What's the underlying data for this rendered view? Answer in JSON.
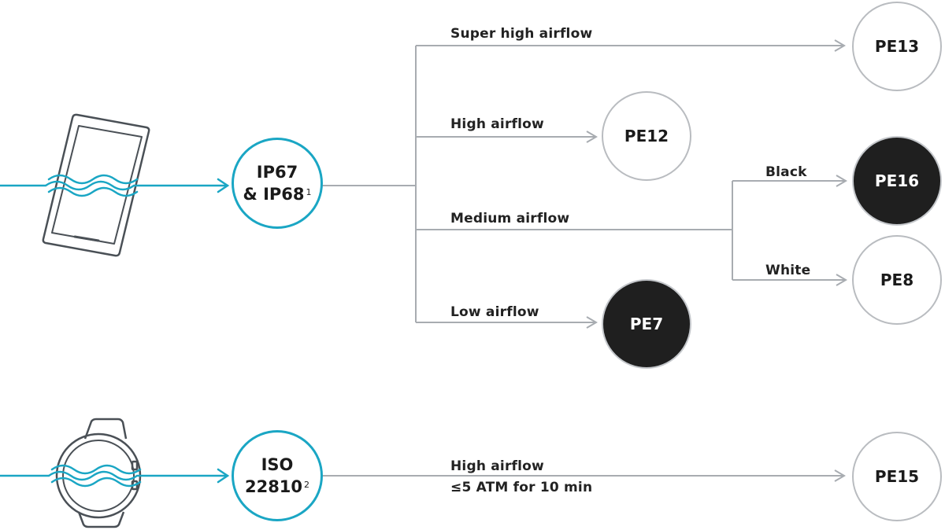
{
  "colors": {
    "accent": "#1aa6c4",
    "line": "#a8acb1",
    "dark_fill": "#1f1f1f",
    "text": "#222222"
  },
  "icons": [
    "smartphone-water-icon",
    "smartwatch-water-icon"
  ],
  "standards": {
    "ip": {
      "line1": "IP67",
      "line2": "& IP68",
      "footnote": "1"
    },
    "iso": {
      "line1": "ISO",
      "line2": "22810",
      "footnote": "2"
    }
  },
  "branches": {
    "super_high": "Super high airflow",
    "high": "High airflow",
    "medium": "Medium airflow",
    "low": "Low airflow",
    "black": "Black",
    "white": "White",
    "iso_high": "High airflow",
    "iso_spec": "≤5 ATM for 10 min"
  },
  "products": {
    "pe13": "PE13",
    "pe12": "PE12",
    "pe16": "PE16",
    "pe8": "PE8",
    "pe7": "PE7",
    "pe15": "PE15"
  }
}
